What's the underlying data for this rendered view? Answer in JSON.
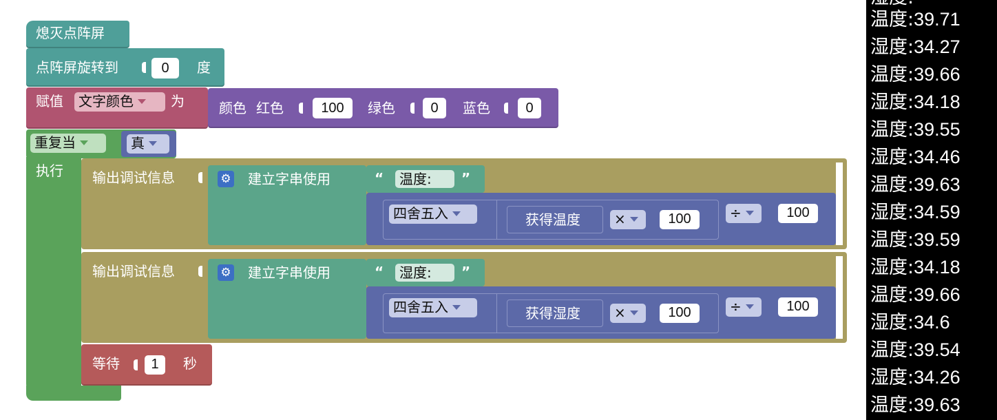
{
  "blocks": {
    "matrix_off_label": "熄灭点阵屏",
    "rotate": {
      "label": "点阵屏旋转到",
      "value": "0",
      "unit": "度"
    },
    "assign": {
      "label": "赋值",
      "variable": "文字颜色",
      "to_label": "为"
    },
    "color": {
      "label": "颜色",
      "red_label": "红色",
      "red_value": "100",
      "green_label": "绿色",
      "green_value": "0",
      "blue_label": "蓝色",
      "blue_value": "0"
    },
    "repeat": {
      "mode": "重复当",
      "condition": "真",
      "do_label": "执行"
    },
    "print_blocks": [
      {
        "print_label": "输出调试信息",
        "join_label": "建立字串使用",
        "text": "温度:",
        "round_label": "四舍五入",
        "sensor_label": "获得温度",
        "mul_op": "×",
        "mul_value": "100",
        "div_op": "÷",
        "div_value": "100"
      },
      {
        "print_label": "输出调试信息",
        "join_label": "建立字串使用",
        "text": "湿度:",
        "round_label": "四舍五入",
        "sensor_label": "获得湿度",
        "mul_op": "×",
        "mul_value": "100",
        "div_op": "÷",
        "div_value": "100"
      }
    ],
    "wait": {
      "label": "等待",
      "value": "1",
      "unit": "秒"
    }
  },
  "console": {
    "lines": [
      {
        "label": "湿度:",
        "value": ""
      },
      {
        "label": "温度:",
        "value": "39.71"
      },
      {
        "label": "湿度:",
        "value": "34.27"
      },
      {
        "label": "温度:",
        "value": "39.66"
      },
      {
        "label": "湿度:",
        "value": "34.18"
      },
      {
        "label": "温度:",
        "value": "39.55"
      },
      {
        "label": "湿度:",
        "value": "34.46"
      },
      {
        "label": "温度:",
        "value": "39.63"
      },
      {
        "label": "湿度:",
        "value": "34.59"
      },
      {
        "label": "温度:",
        "value": "39.59"
      },
      {
        "label": "湿度:",
        "value": "34.18"
      },
      {
        "label": "温度:",
        "value": "39.66"
      },
      {
        "label": "湿度:",
        "value": "34.6"
      },
      {
        "label": "温度:",
        "value": "39.54"
      },
      {
        "label": "湿度:",
        "value": "34.26"
      },
      {
        "label": "温度:",
        "value": "39.63"
      }
    ]
  },
  "colors": {
    "teal": "#4f9f99",
    "pink": "#b05470",
    "purple": "#7a5aa8",
    "green": "#5aa35a",
    "olive": "#a99e60",
    "join_green": "#5ba58a",
    "indigo": "#5c69a8",
    "wait_red": "#b55a5a"
  }
}
